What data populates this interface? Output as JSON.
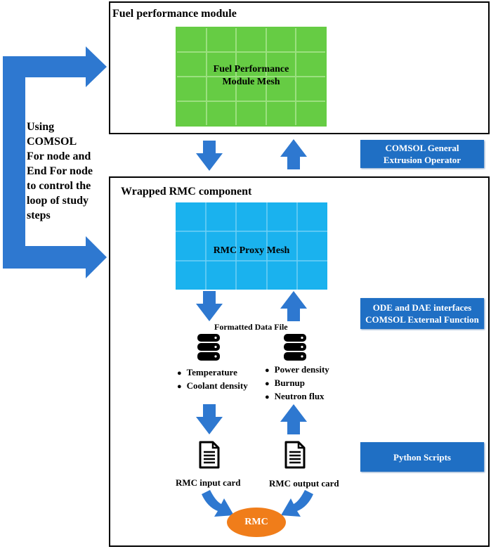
{
  "colors": {
    "arrow_blue": "#2e78d0",
    "label_blue": "#1f6fc4",
    "fuel_mesh_green": "#66cc44",
    "rmc_mesh_cyan": "#1ab2ee",
    "rmc_node_orange": "#f07d1a"
  },
  "loop": {
    "lines": [
      "Using",
      "COMSOL",
      "For node and",
      "End For node",
      "to control the",
      "loop of study",
      "steps"
    ]
  },
  "fuel_module": {
    "title": "Fuel performance module",
    "mesh_label_line1": "Fuel Performance",
    "mesh_label_line2": "Module Mesh"
  },
  "rmc_component": {
    "title": "Wrapped RMC component",
    "mesh_label": "RMC Proxy Mesh",
    "formatted_file_label": "Formatted Data File",
    "input_fields": [
      "Temperature",
      "Coolant density"
    ],
    "output_fields": [
      "Power density",
      "Burnup",
      "Neutron flux"
    ],
    "input_card": "RMC input card",
    "output_card": "RMC output card",
    "rmc_node": "RMC"
  },
  "side_labels": {
    "extrusion_line1": "COMSOL General",
    "extrusion_line2": "Extrusion Operator",
    "interfaces_line1": "ODE and DAE interfaces",
    "interfaces_line2": "COMSOL  External Function",
    "python": "Python Scripts"
  },
  "icons": {
    "database": "database-icon",
    "document": "document-icon",
    "arrow": "arrow-icon"
  }
}
